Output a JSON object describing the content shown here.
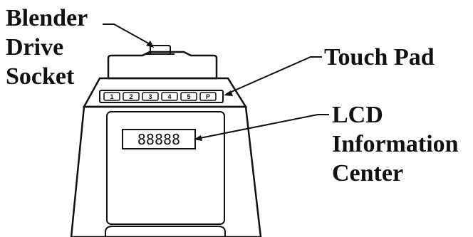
{
  "labels": {
    "drive_socket": {
      "line1": "Blender",
      "line2": "Drive",
      "line3": "Socket"
    },
    "touch_pad": "Touch Pad",
    "lcd_center": {
      "line1": "LCD",
      "line2": "Information",
      "line3": "Center"
    }
  },
  "touch_pad_keys": [
    "1",
    "2",
    "3",
    "4",
    "5",
    "P"
  ],
  "lcd_display": "88888",
  "colors": {
    "ink": "#111111",
    "background": "#ffffff"
  }
}
